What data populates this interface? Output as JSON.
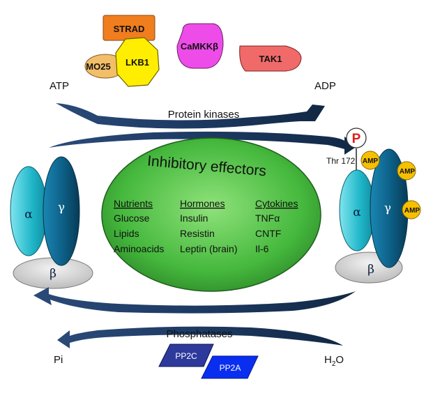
{
  "kinases": {
    "strad": "STRAD",
    "mo25": "MO25",
    "lkb1": "LKB1",
    "camkk": "CaMKKβ",
    "tak1": "TAK1"
  },
  "reaction_top": {
    "atp": "ATP",
    "adp": "ADP",
    "label": "Protein kinases"
  },
  "reaction_bottom": {
    "pi": "Pi",
    "h2o_main": "H",
    "h2o_sub": "2",
    "h2o_end": "O",
    "label": "Phosphatases",
    "pp2c": "PP2C",
    "pp2a": "PP2A"
  },
  "inactive_ampk": {
    "alpha": "α",
    "gamma": "γ",
    "beta": "β"
  },
  "active_ampk": {
    "alpha": "α",
    "gamma": "γ",
    "beta": "β",
    "phospho": "P",
    "site": "Thr 172",
    "amp": [
      "AMP",
      "AMP",
      "AMP"
    ]
  },
  "effectors": {
    "title": "Inhibitory effectors",
    "columns": [
      {
        "header": "Nutrients",
        "items": [
          "Glucose",
          "Lipids",
          "Aminoacids"
        ]
      },
      {
        "header": "Hormones",
        "items": [
          "Insulin",
          "Resistin",
          "Leptin (brain)"
        ]
      },
      {
        "header": "Cytokines",
        "items": [
          "TNFα",
          "CNTF",
          "Il-6"
        ]
      }
    ]
  },
  "colors": {
    "arrow": "#1d3a63",
    "alpha": "#1fb6c9",
    "gamma": "#0d5f86",
    "beta": "#d4d4d4",
    "effector_fill": "#56c64b",
    "strad": "#f07d1e",
    "mo25": "#f3be68",
    "lkb1": "#ffee00",
    "camkk": "#ee4ce8",
    "tak1": "#f06a6a",
    "amp": "#f6c000",
    "phospho": "#e11b1b",
    "pp2c": "#2d3a9c",
    "pp2a": "#0a2ef0"
  }
}
